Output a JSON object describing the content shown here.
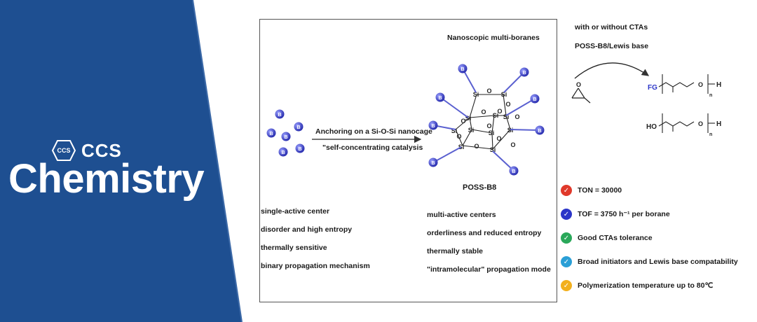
{
  "logo": {
    "badge": "CCS",
    "small": "CCS",
    "big": "Chemistry"
  },
  "diagram": {
    "title": "Nanoscopic multi-boranes",
    "arrow_label_1": "Anchoring on a Si-O-Si nanocage",
    "arrow_label_2": "\"self-concentrating catalysis",
    "compound_name": "POSS-B8",
    "boron_label": "B",
    "si_label": "Si",
    "o_label": "O",
    "left_props": [
      "single-active center",
      "disorder and high entropy",
      "thermally sensitive",
      "binary propagation mechanism"
    ],
    "right_props": [
      "multi-active centers",
      "orderliness and reduced entropy",
      "thermally stable",
      "\"intramolecular\" propagation mode"
    ]
  },
  "reaction": {
    "cta_text": "with or without CTAs",
    "catalyst_text": "POSS-B8/Lewis base",
    "product1_fg": "FG",
    "product_h": "H",
    "product_n": "n",
    "product2_ho": "HO",
    "ring_o": "O"
  },
  "features": [
    {
      "text": "TON = 30000",
      "color": "#e0392b",
      "icon": "check-icon"
    },
    {
      "text": "TOF = 3750 h⁻¹ per borane",
      "color": "#2b35c8",
      "icon": "check-icon"
    },
    {
      "text": "Good CTAs tolerance",
      "color": "#2aa85a",
      "icon": "check-icon"
    },
    {
      "text": "Broad initiators and Lewis base compatability",
      "color": "#2a9fd6",
      "icon": "check-icon"
    },
    {
      "text": "Polymerization temperature up to 80℃",
      "color": "#f2b01e",
      "icon": "check-icon"
    }
  ],
  "colors": {
    "banner": "#1e4f91",
    "boron": "#3a3fc4",
    "fg": "#2b35c8"
  }
}
